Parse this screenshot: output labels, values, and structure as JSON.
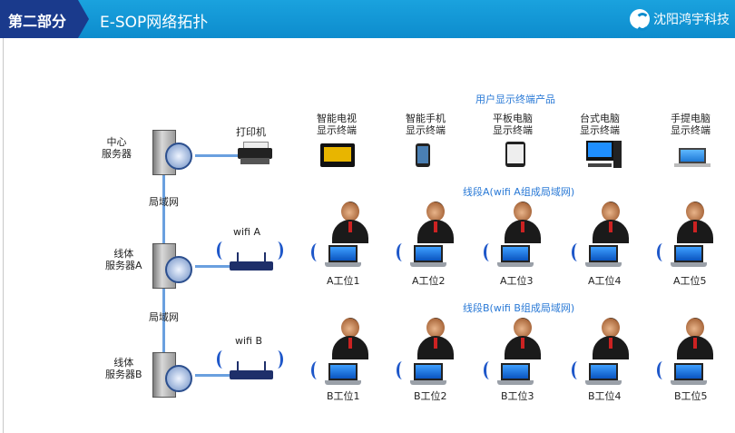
{
  "header": {
    "section": "第二部分",
    "title": "E-SOP网络拓扑",
    "company": "沈阳鸿宇科技"
  },
  "diagram": {
    "center_server": "中心\n服务器",
    "printer": "打印机",
    "lan1": "局域网",
    "lan2": "局域网",
    "line_server_a": "线体\n服务器A",
    "line_server_b": "线体\n服务器B",
    "wifi_a": "wifi A",
    "wifi_b": "wifi B",
    "products_title": "用户显示终端产品",
    "products": [
      "智能电视\n显示终端",
      "智能手机\n显示终端",
      "平板电脑\n显示终端",
      "台式电脑\n显示终端",
      "手提电脑\n显示终端"
    ],
    "segment_a": "线段A(wifi A组成局域网)",
    "segment_b": "线段B(wifi B组成局域网)",
    "stations_a": [
      "A工位1",
      "A工位2",
      "A工位3",
      "A工位4",
      "A工位5"
    ],
    "stations_b": [
      "B工位1",
      "B工位2",
      "B工位3",
      "B工位4",
      "B工位5"
    ]
  },
  "colors": {
    "header": "#1aa2de",
    "section": "#1a3a8c",
    "link": "#6aa0df",
    "accent_text": "#2979d6"
  }
}
